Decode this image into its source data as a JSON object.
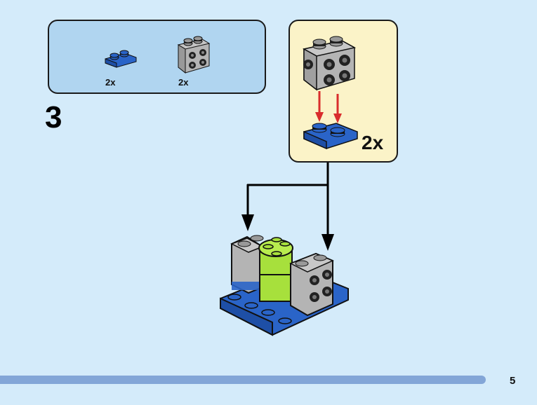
{
  "parts_list": {
    "items": [
      {
        "part": "blue-plate-1x2",
        "quantity": "2x"
      },
      {
        "part": "gray-brick-1x2-with-studs-on-side",
        "quantity": "2x"
      }
    ]
  },
  "step": {
    "number": "3"
  },
  "callout": {
    "quantity": "2x"
  },
  "colors": {
    "background": "#d4ebfa",
    "parts_box": "#b0d5f0",
    "callout_box": "#fbf3c8",
    "blue_brick": "#2a64c8",
    "gray_brick": "#b4b4b4",
    "lime_brick": "#a7e03c",
    "arrow_red": "#d92c2c",
    "footer_bar": "#83a6d7"
  },
  "footer": {
    "page_number": "5"
  }
}
